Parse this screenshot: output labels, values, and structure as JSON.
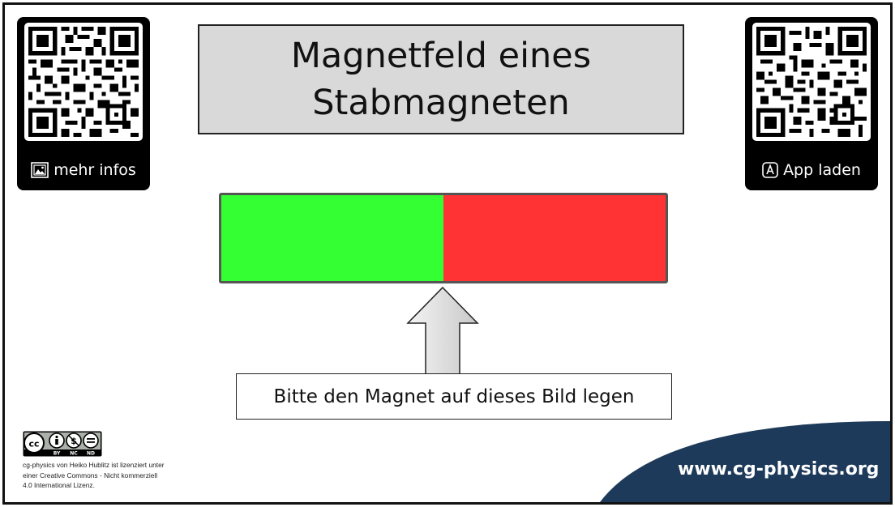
{
  "title": {
    "line1": "Magnetfeld eines",
    "line2": "Stabmagneten"
  },
  "qr_left": {
    "label": "mehr infos",
    "icon": "image-icon"
  },
  "qr_right": {
    "label": "App laden",
    "icon": "app-store-icon"
  },
  "magnet": {
    "left_color": "#33ff33",
    "right_color": "#ff3333"
  },
  "hint": "Bitte den Magnet auf dieses Bild legen",
  "license": {
    "badge": {
      "cc": "cc",
      "by": "BY",
      "nc": "NC",
      "nd": "ND"
    },
    "line1": "cg-physics von Heiko Hublitz ist lizenziert unter",
    "line2": "einer Creative Commons - Nicht kommerziell",
    "line3": "4.0 International Lizenz."
  },
  "website": "www.cg-physics.org",
  "colors": {
    "brand_navy": "#1d3a5a",
    "frame": "#111111",
    "title_bg": "#d9d9d9"
  }
}
